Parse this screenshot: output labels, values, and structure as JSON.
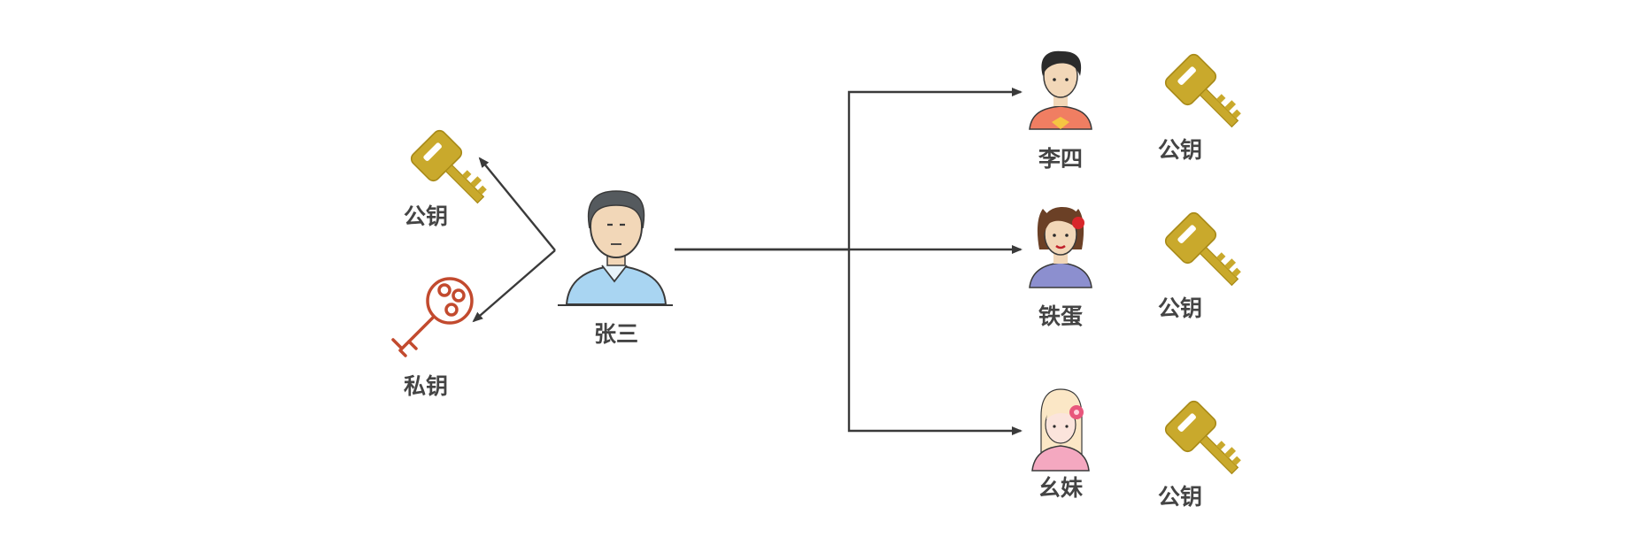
{
  "diagram": {
    "sender": {
      "name": "张三"
    },
    "sender_keys": {
      "public_key_label": "公钥",
      "private_key_label": "私钥"
    },
    "recipients": [
      {
        "name": "李四",
        "key_label": "公钥"
      },
      {
        "name": "铁蛋",
        "key_label": "公钥"
      },
      {
        "name": "幺妹",
        "key_label": "公钥"
      }
    ]
  },
  "colors": {
    "public_key": "#c9a92c",
    "public_key_dark": "#a88a18",
    "private_key": "#c24a2e",
    "line": "#3a3a3a",
    "text": "#444444"
  }
}
